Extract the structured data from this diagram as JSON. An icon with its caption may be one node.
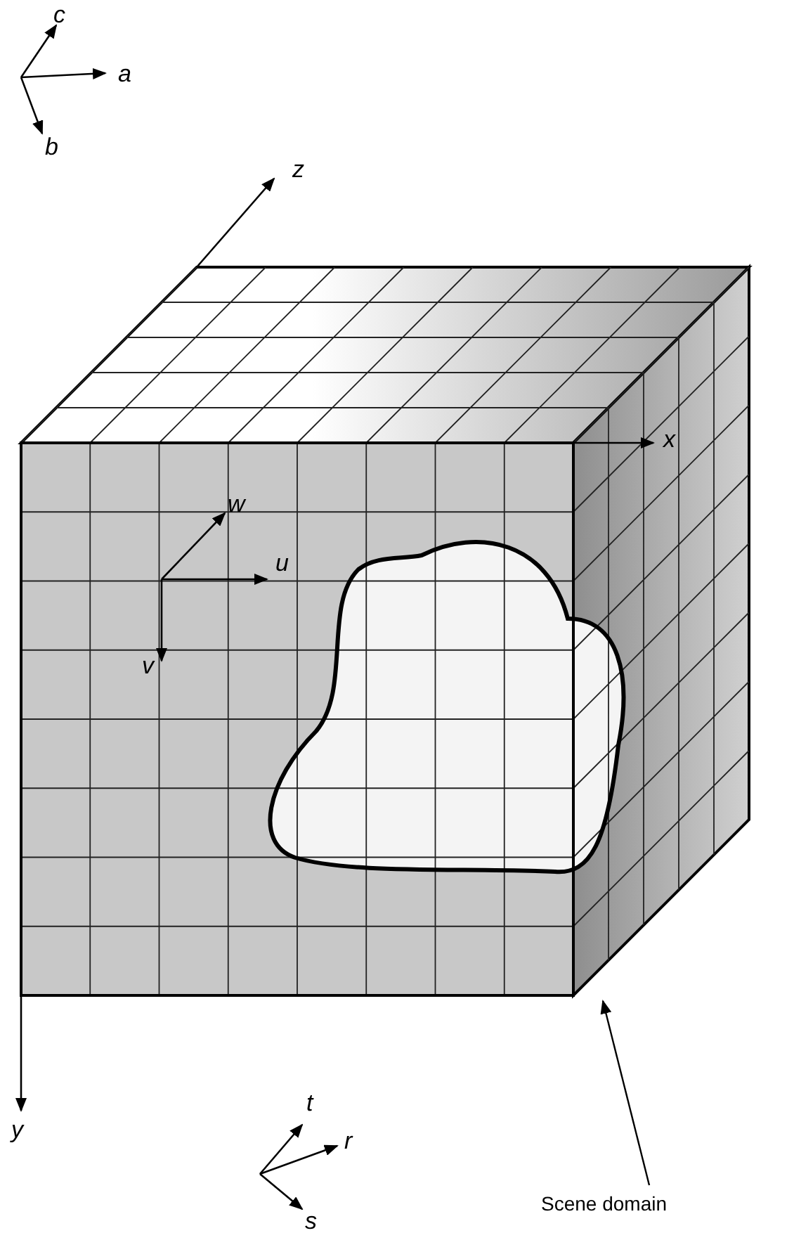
{
  "diagram": {
    "nodes": [
      {
        "text": [
          "Scene domain"
        ]
      },
      {
        "text": [],
        "shape": "picture"
      }
    ],
    "edges": [
      {
        "from": 0,
        "to": 1,
        "arrow": "to"
      }
    ],
    "labels": [
      "c",
      "a",
      "b",
      "z",
      "w",
      "x",
      "u",
      "v",
      "y",
      "t",
      "r",
      "s"
    ]
  }
}
